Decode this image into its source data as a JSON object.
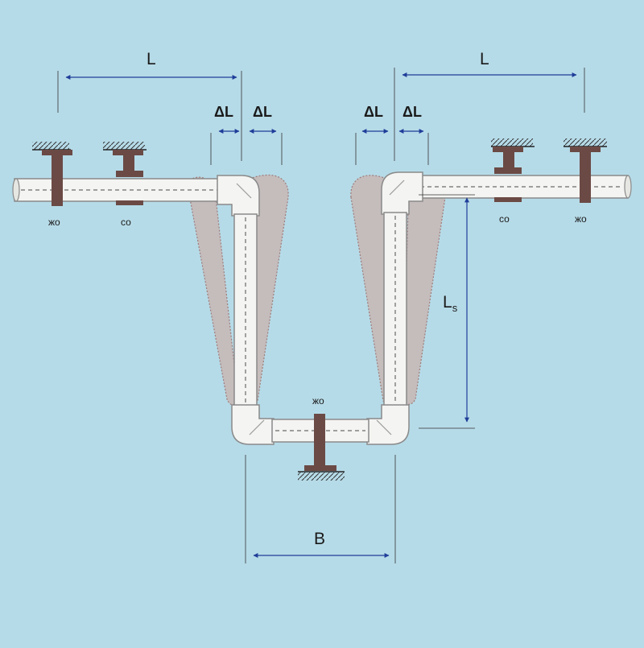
{
  "labels": {
    "length_left": "L",
    "length_right": "L",
    "delta_left_outer": "ΔL",
    "delta_left_inner": "ΔL",
    "delta_right_inner": "ΔL",
    "delta_right_outer": "ΔL",
    "leg_length": "L",
    "leg_length_sub": "s",
    "loop_width": "B",
    "fixed_support_left": "жо",
    "sliding_support_left": "со",
    "fixed_support_bottom": "жо",
    "sliding_support_right": "со",
    "fixed_support_right": "жо"
  },
  "colors": {
    "background": "#b6dbe8",
    "pipe_fill": "#f4f4f2",
    "pipe_outline": "#8a8a8a",
    "centerline": "#6a6a6a",
    "support": "#6b4a45",
    "deflection_zone": "#c9b1ae",
    "dimension_arrow": "#1f3d99",
    "dimension_line": "#333333"
  }
}
